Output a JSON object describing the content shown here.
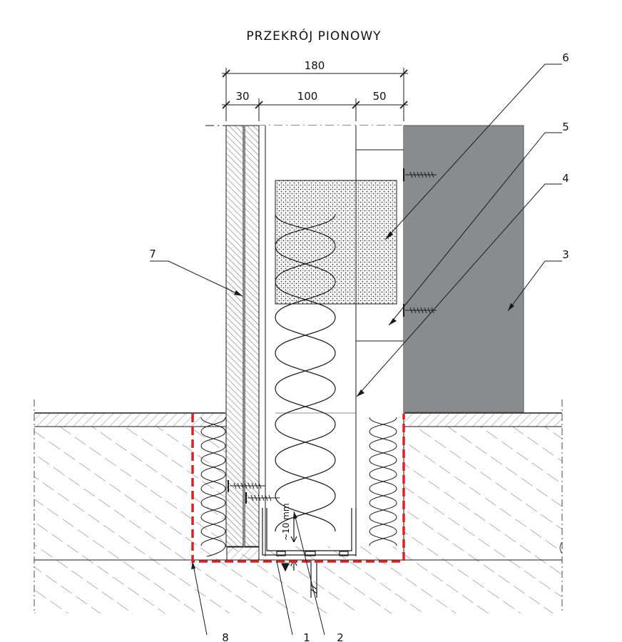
{
  "title": "PRZEKRÓJ PIONOWY",
  "dimensions": {
    "overall": "180",
    "segments": [
      "30",
      "100",
      "50"
    ],
    "gap_note": "~10 mm"
  },
  "callouts": [
    "1",
    "2",
    "3",
    "4",
    "5",
    "6",
    "7",
    "8"
  ],
  "colors": {
    "wall_block": "#8a8b8d",
    "highlight_dashed": "#e02020",
    "line": "#1a1a1a"
  }
}
